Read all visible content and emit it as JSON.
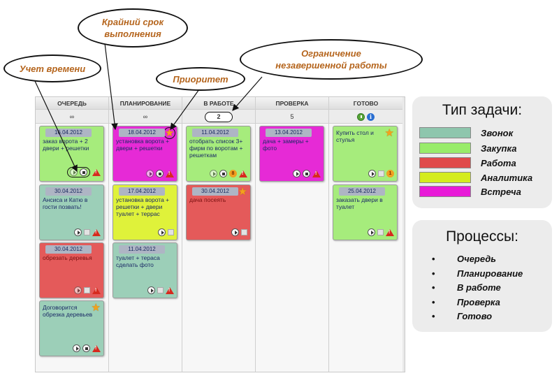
{
  "callouts": {
    "deadline": "Крайний срок выполнения",
    "time": "Учет времени",
    "wip": "Ограничение незавершенной работы",
    "priority": "Приоритет"
  },
  "columns": [
    {
      "title": "ОЧЕРЕДЬ",
      "limit": "∞"
    },
    {
      "title": "ПЛАНИРОВАНИЕ",
      "limit": "∞"
    },
    {
      "title": "В РАБОТЕ",
      "limit": "2"
    },
    {
      "title": "ПРОВЕРКА",
      "limit": "5"
    },
    {
      "title": "ГОТОВО",
      "limit": ""
    }
  ],
  "cards": {
    "c1": {
      "date": "16.04.2012",
      "text": "заказ ворота + 2 двери + решетки"
    },
    "c2": {
      "date": "30.04.2012",
      "text": "Ансиса и Катю в гости позвать!"
    },
    "c3": {
      "date": "30.04.2012",
      "text": "обрезать деревья"
    },
    "c4": {
      "date": "",
      "text": "Договорится обрезка деревьев"
    },
    "p1": {
      "date": "18.04.2012",
      "text": "установка ворота + двери + решетки"
    },
    "p2": {
      "date": "17.04.2012",
      "text": "установка ворота + решетки + двери туалет + террас"
    },
    "p3": {
      "date": "11.04.2012",
      "text": "туалет + тераса сделать фото"
    },
    "w1": {
      "date": "11.04.2012",
      "text": "отобрать список 3+ фирм по воротам + решеткам",
      "badge": "8"
    },
    "w2": {
      "date": "30.04.2012",
      "text": "дача посеять"
    },
    "r1": {
      "date": "13.04.2012",
      "text": "дача + замеры + фото"
    },
    "d1": {
      "date": "",
      "text": "Купить стол и стулья",
      "badge": "1"
    },
    "d2": {
      "date": "25.04.2012",
      "text": "заказать двери в туалет"
    }
  },
  "task_types": {
    "title": "Тип задачи:",
    "items": [
      {
        "label": "Звонок",
        "color": "#8ec6ad"
      },
      {
        "label": "Закупка",
        "color": "#98ec6a"
      },
      {
        "label": "Работа",
        "color": "#e04a4a"
      },
      {
        "label": "Аналитика",
        "color": "#d4ec1e"
      },
      {
        "label": "Встреча",
        "color": "#e81ad8"
      }
    ]
  },
  "processes": {
    "title": "Процессы:",
    "items": [
      "Очередь",
      "Планирование",
      "В работе",
      "Проверка",
      "Готово"
    ]
  },
  "colors": {
    "zvonok": "#9ccfb8",
    "zakupka": "#a6ec7c",
    "rabota": "#e45a5a",
    "analitika": "#dff23a",
    "vstrecha": "#e62ad6"
  }
}
